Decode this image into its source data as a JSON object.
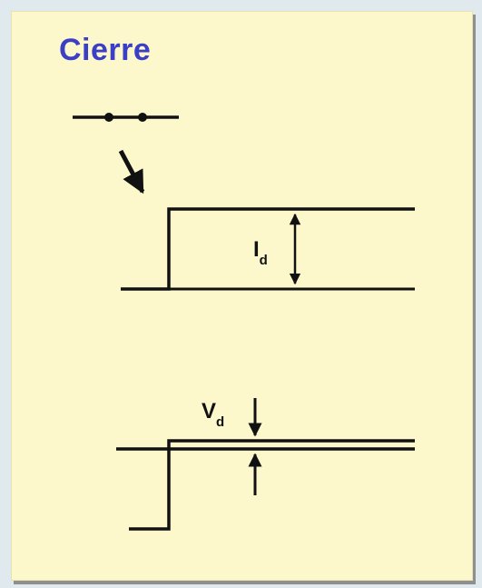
{
  "title": "Cierre",
  "labels": {
    "current": {
      "main": "I",
      "sub": "d"
    },
    "voltage": {
      "main": "V",
      "sub": "d"
    }
  },
  "colors": {
    "title": "#3b3fc6",
    "panel_background": "#fdf8cc",
    "lines": "#111111"
  },
  "icons": [
    "closed-switch-icon",
    "arrow-icon"
  ]
}
